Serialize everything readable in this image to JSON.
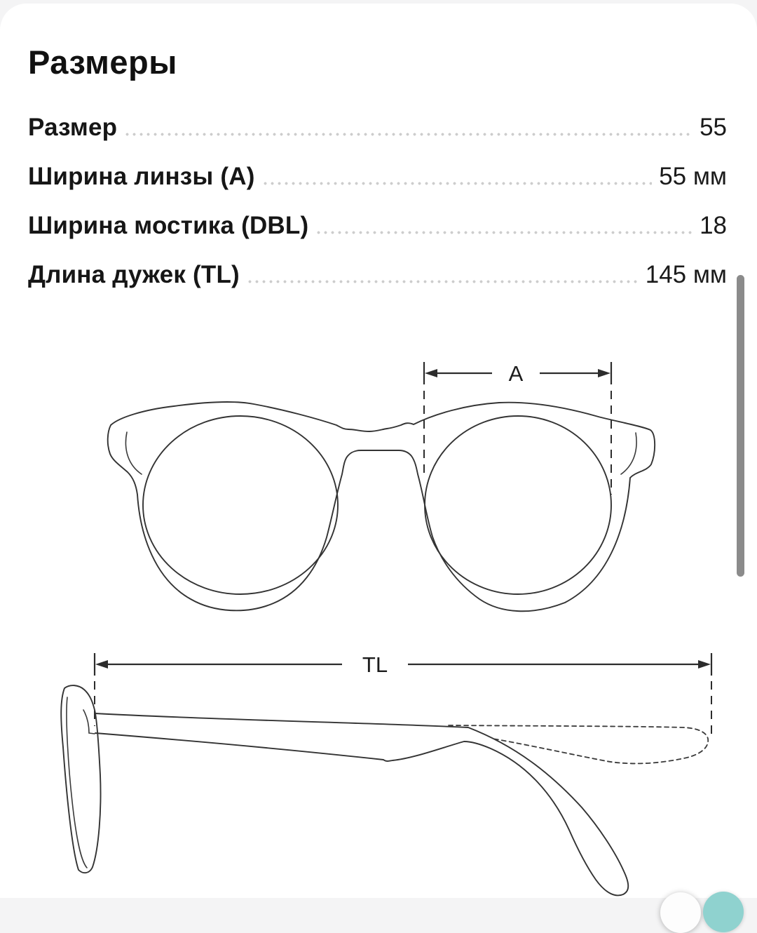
{
  "page": {
    "title": "Размеры"
  },
  "specs": {
    "rows": [
      {
        "label": "Размер",
        "value": "55"
      },
      {
        "label": "Ширина линзы (А)",
        "value": "55 мм"
      },
      {
        "label": "Ширина мостика (DBL)",
        "value": "18"
      },
      {
        "label": "Длина дужек (TL)",
        "value": "145 мм"
      }
    ]
  },
  "diagram": {
    "lens_width_label": "A",
    "temple_length_label": "TL"
  },
  "colors": {
    "text": "#141414",
    "leader_dots": "#cdcdcd",
    "scrollbar": "#8b8b8b",
    "accent_teal": "#8fd2cf"
  }
}
